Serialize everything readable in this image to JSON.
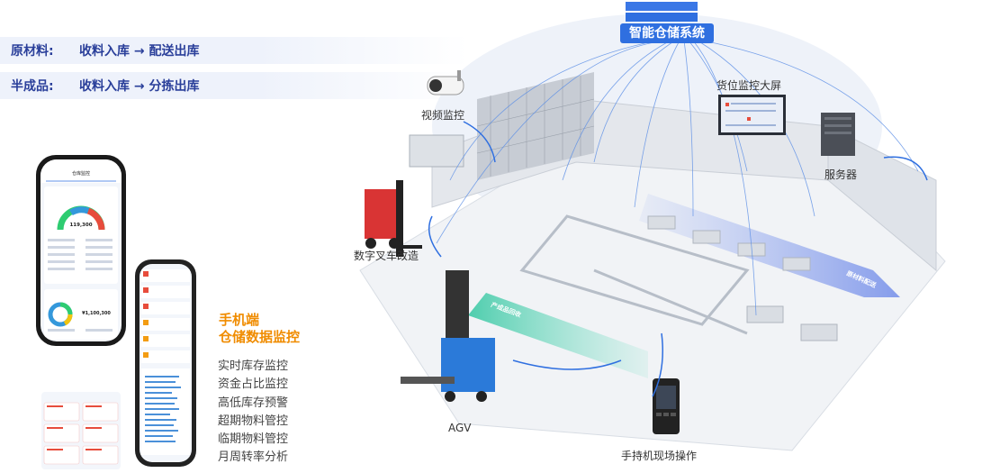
{
  "flows": [
    {
      "label": "原材料:",
      "path": "收料入库 → 配送出库"
    },
    {
      "label": "半成品:",
      "path": "收料入库 → 分拣出库"
    }
  ],
  "mobile": {
    "title_line1": "手机端",
    "title_line2": "仓储数据监控",
    "features": [
      "实时库存监控",
      "资金占比监控",
      "高低库存预警",
      "超期物料管控",
      "临期物料管控",
      "月周转率分析"
    ]
  },
  "phone_screen": {
    "header": "仓库监控",
    "big_value": "119,300",
    "fund_value": "¥1,100,300"
  },
  "system_title": "智能仓储系统",
  "labels": {
    "video": "视频监控",
    "screen": "货位监控大屏",
    "server": "服务器",
    "forklift": "数字叉车改造",
    "agv": "AGV",
    "handheld": "手持机现场操作",
    "conveyor_in": "原材料配送",
    "conveyor_out": "产成品回收"
  },
  "colors": {
    "accent": "#2f6fe0",
    "orange": "#f08c00",
    "band_text": "#2a3f9a"
  }
}
